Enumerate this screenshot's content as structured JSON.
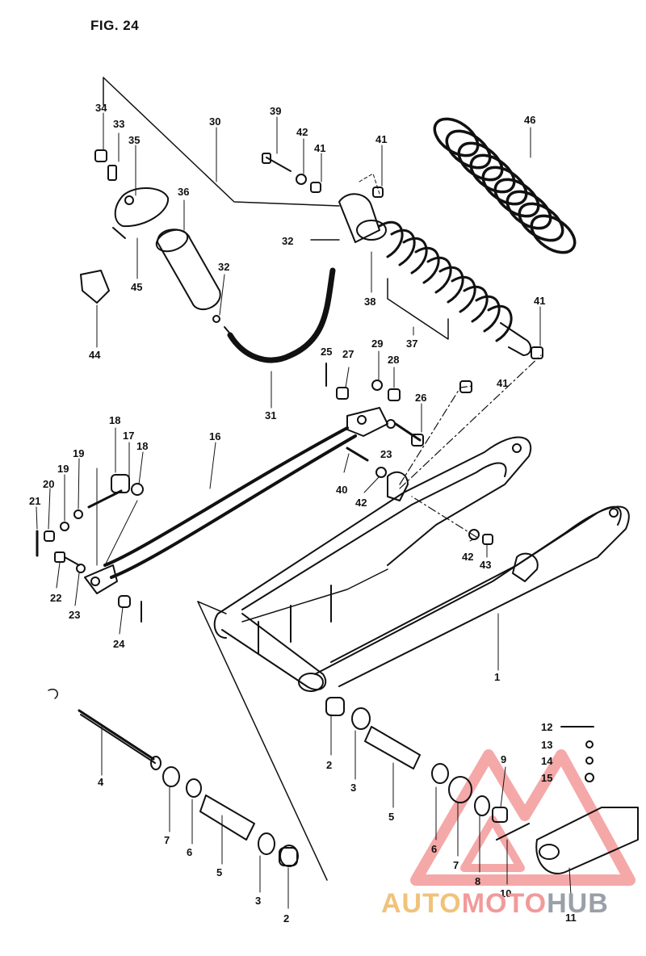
{
  "figure": {
    "title": "FIG. 24"
  },
  "watermark": {
    "part1": "AUTO",
    "part2": "MOTO",
    "part3": "HUB",
    "color_auto": "#f1c27a",
    "color_moto": "#f29a9a",
    "color_hub": "#9aa0a8",
    "logo": "triangle-logo"
  },
  "callouts": {
    "c34": "34",
    "c33": "33",
    "c35": "35",
    "c30": "30",
    "c39": "39",
    "c42a": "42",
    "c41a": "41",
    "c41b": "41",
    "c46": "46",
    "c36": "36",
    "c32a": "32",
    "c32b": "32",
    "c45": "45",
    "c38": "38",
    "c37": "37",
    "c41c": "41",
    "c44": "44",
    "c25": "25",
    "c27": "27",
    "c29": "29",
    "c28": "28",
    "c41d": "41",
    "c26": "26",
    "c31": "31",
    "c23a": "23",
    "c18a": "18",
    "c17": "17",
    "c18b": "18",
    "c16": "16",
    "c19a": "19",
    "c19b": "19",
    "c20": "20",
    "c21": "21",
    "c40": "40",
    "c42b": "42",
    "c42c": "42",
    "c43": "43",
    "c22": "22",
    "c23b": "23",
    "c24": "24",
    "c1": "1",
    "c12": "12",
    "c13": "13",
    "c14": "14",
    "c15": "15",
    "c9": "9",
    "c4": "4",
    "c2a": "2",
    "c3a": "3",
    "c5a": "5",
    "c6a": "6",
    "c7a": "7",
    "c7b": "7",
    "c6b": "6",
    "c5b": "5",
    "c3b": "3",
    "c2b": "2",
    "c8": "8",
    "c10": "10",
    "c11": "11"
  }
}
